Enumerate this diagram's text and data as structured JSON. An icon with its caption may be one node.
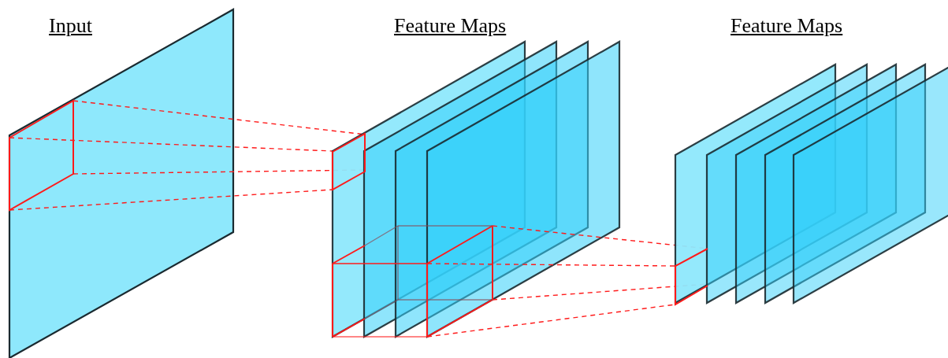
{
  "diagram": {
    "labels": [
      "Input",
      "Feature Maps",
      "Feature Maps"
    ]
  }
}
